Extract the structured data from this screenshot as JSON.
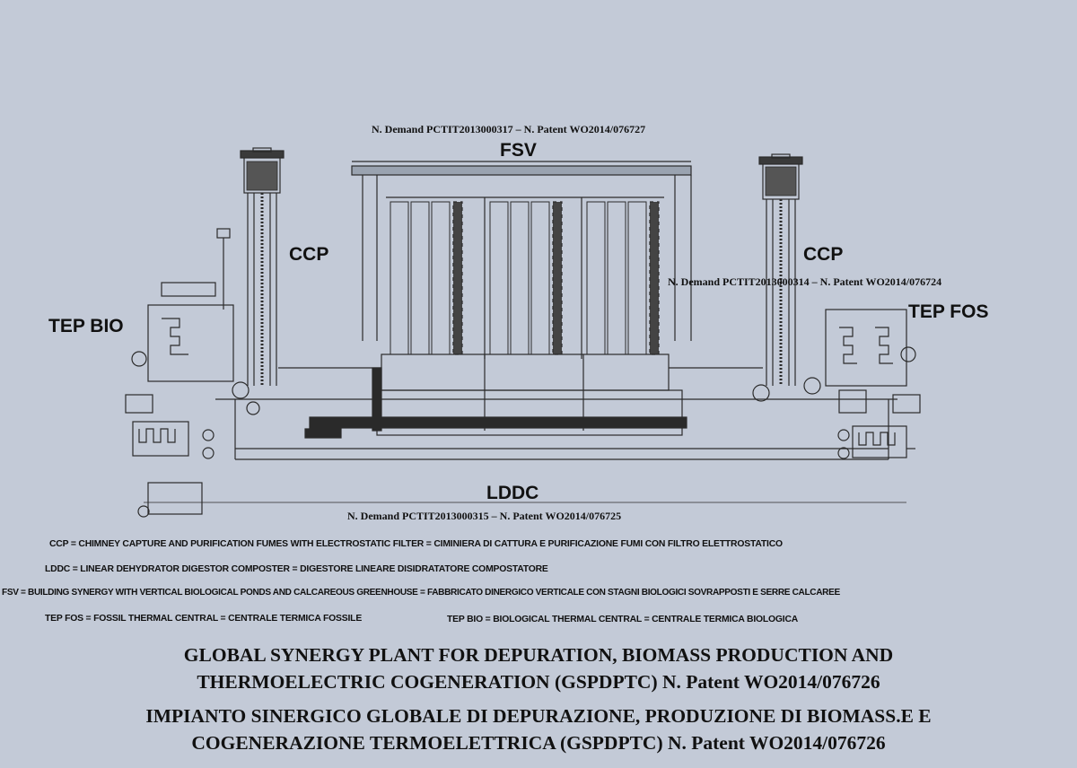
{
  "patents": {
    "top": "N. Demand PCTIT2013000317 – N. Patent WO2014/076727",
    "right": "N. Demand PCTIT2013000314 – N. Patent WO2014/076724",
    "bottom": "N. Demand PCTIT2013000315 – N. Patent  WO2014/076725"
  },
  "labels": {
    "fsv": "FSV",
    "ccp_left": "CCP",
    "ccp_right": "CCP",
    "tep_bio": "TEP BIO",
    "tep_fos": "TEP FOS",
    "lddc": "LDDC"
  },
  "legend": {
    "ccp": "CCP = CHIMNEY CAPTURE AND PURIFICATION FUMES WITH ELECTROSTATIC FILTER = CIMINIERA DI CATTURA E PURIFICAZIONE FUMI CON FILTRO ELETTROSTATICO",
    "lddc": "LDDC = LINEAR DEHYDRATOR DIGESTOR COMPOSTER = DIGESTORE LINEARE DISIDRATATORE COMPOSTATORE",
    "fsv": "FSV = BUILDING SYNERGY WITH VERTICAL BIOLOGICAL PONDS AND CALCAREOUS GREENHOUSE = FABBRICATO DINERGICO VERTICALE CON STAGNI BIOLOGICI SOVRAPPOSTI E SERRE CALCAREE",
    "tep_fos": "TEP FOS = FOSSIL THERMAL CENTRAL = CENTRALE TERMICA FOSSILE",
    "tep_bio": "TEP  BIO = BIOLOGICAL THERMAL CENTRAL = CENTRALE TERMICA BIOLOGICA"
  },
  "title": {
    "line1": "GLOBAL SYNERGY PLANT FOR DEPURATION, BIOMASS PRODUCTION AND",
    "line2": "THERMOELECTRIC COGENERATION (GSPDPTC) N. Patent WO2014/076726",
    "line3": "IMPIANTO SINERGICO GLOBALE DI DEPURAZIONE, PRODUZIONE DI BIOMASS.E E",
    "line4": "COGENERAZIONE TERMOELETTRICA (GSPDPTC) N. Patent WO2014/076726"
  }
}
